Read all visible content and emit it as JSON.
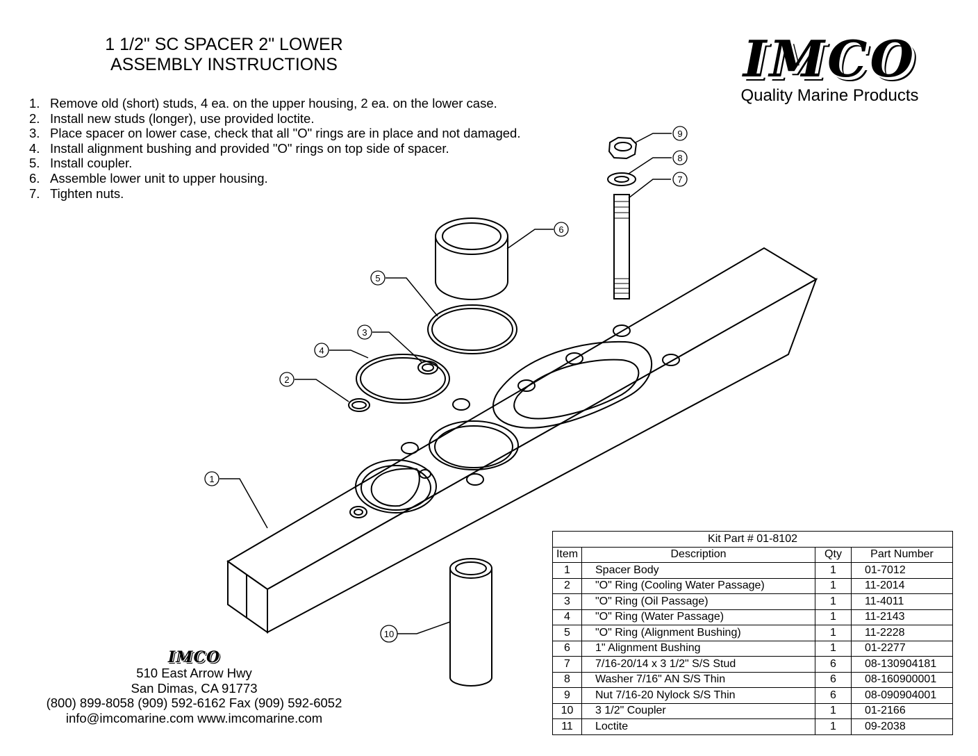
{
  "title": {
    "line1": "1 1/2\" SC SPACER 2\" LOWER",
    "line2": "ASSEMBLY INSTRUCTIONS"
  },
  "steps": [
    {
      "n": "1.",
      "text": "Remove old (short) studs, 4 ea. on the upper housing, 2 ea. on the lower case."
    },
    {
      "n": "2.",
      "text": "Install new studs (longer), use provided loctite."
    },
    {
      "n": "3.",
      "text": "Place spacer on lower case, check that all \"O\" rings are in place and not damaged."
    },
    {
      "n": "4.",
      "text": "Install alignment bushing and provided \"O\" rings on top side of spacer."
    },
    {
      "n": "5.",
      "text": "Install coupler."
    },
    {
      "n": "6.",
      "text": "Assemble lower unit to upper housing."
    },
    {
      "n": "7.",
      "text": "Tighten nuts."
    }
  ],
  "logo": {
    "name": "IMCO",
    "tagline": "Quality Marine Products"
  },
  "address": {
    "logo": "IMCO",
    "street": "510 East Arrow Hwy",
    "city": "San Dimas, CA 91773",
    "phone": "(800) 899-8058 (909) 592-6162  Fax (909) 592-6052",
    "web": "info@imcomarine.com  www.imcomarine.com"
  },
  "callouts": [
    "1",
    "2",
    "3",
    "4",
    "5",
    "6",
    "7",
    "8",
    "9",
    "10"
  ],
  "table": {
    "caption": "Kit Part # 01-8102",
    "headers": [
      "Item",
      "Description",
      "Qty",
      "Part Number"
    ],
    "rows": [
      [
        "1",
        "Spacer Body",
        "1",
        "01-7012"
      ],
      [
        "2",
        "\"O\" Ring (Cooling Water Passage)",
        "1",
        "11-2014"
      ],
      [
        "3",
        "\"O\" Ring (Oil Passage)",
        "1",
        "11-4011"
      ],
      [
        "4",
        "\"O\" Ring (Water Passage)",
        "1",
        "11-2143"
      ],
      [
        "5",
        "\"O\" Ring (Alignment Bushing)",
        "1",
        "11-2228"
      ],
      [
        "6",
        "1\" Alignment Bushing",
        "1",
        "01-2277"
      ],
      [
        "7",
        "7/16-20/14 x 3 1/2\" S/S Stud",
        "6",
        "08-130904181"
      ],
      [
        "8",
        "Washer 7/16\" AN S/S Thin",
        "6",
        "08-160900001"
      ],
      [
        "9",
        "Nut 7/16-20 Nylock S/S Thin",
        "6",
        "08-090904001"
      ],
      [
        "10",
        "3 1/2\" Coupler",
        "1",
        "01-2166"
      ],
      [
        "11",
        "Loctite",
        "1",
        "09-2038"
      ]
    ]
  }
}
